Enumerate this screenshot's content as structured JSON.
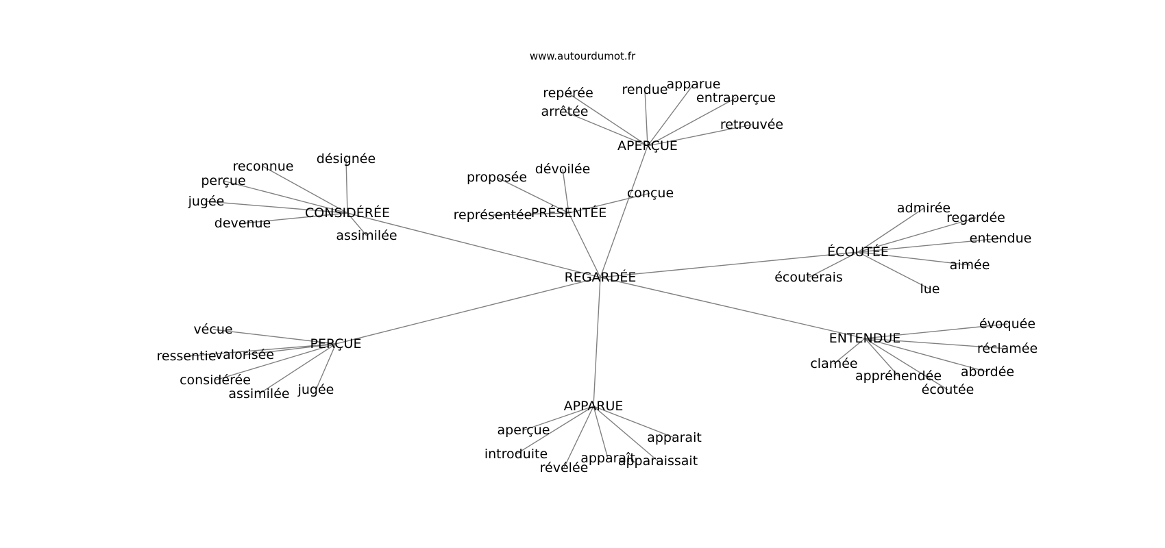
{
  "source_text": "www.autourdumot.fr",
  "root": "REGARDÉE",
  "groups": [
    {
      "label": "APERÇUE",
      "children": [
        "repérée",
        "rendue",
        "apparue",
        "entraperçue",
        "arrêtée",
        "retrouvée"
      ]
    },
    {
      "label": "PRÉSENTÉE",
      "children": [
        "dévoilée",
        "proposée",
        "conçue",
        "représentée"
      ]
    },
    {
      "label": "CONSIDÉRÉE",
      "children": [
        "désignée",
        "reconnue",
        "perçue",
        "jugée",
        "devenue",
        "assimilée"
      ]
    },
    {
      "label": "ÉCOUTÉE",
      "children": [
        "admirée",
        "regardée",
        "entendue",
        "aimée",
        "écouterais",
        "lue"
      ]
    },
    {
      "label": "ENTENDUE",
      "children": [
        "évoquée",
        "réclamée",
        "abordée",
        "clamée",
        "appréhendée",
        "écoutée"
      ]
    },
    {
      "label": "PERÇUE",
      "children": [
        "vécue",
        "ressentie",
        "valorisée",
        "considérée",
        "assimilée",
        "jugée"
      ]
    },
    {
      "label": "APPARUE",
      "children": [
        "aperçue",
        "introduite",
        "révélée",
        "apparaît",
        "apparaissait",
        "apparait"
      ]
    }
  ]
}
